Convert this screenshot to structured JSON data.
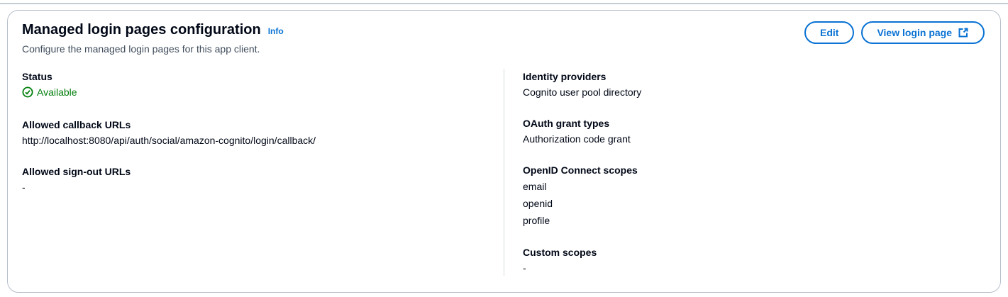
{
  "header": {
    "title": "Managed login pages configuration",
    "info_label": "Info",
    "description": "Configure the managed login pages for this app client.",
    "buttons": {
      "edit": "Edit",
      "view_login_page": "View login page"
    }
  },
  "fields": {
    "left": [
      {
        "label": "Status",
        "value": "Available"
      },
      {
        "label": "Allowed callback URLs",
        "value": "http://localhost:8080/api/auth/social/amazon-cognito/login/callback/"
      },
      {
        "label": "Allowed sign-out URLs",
        "value": "-"
      }
    ],
    "right": [
      {
        "label": "Identity providers",
        "value": "Cognito user pool directory"
      },
      {
        "label": "OAuth grant types",
        "value": "Authorization code grant"
      },
      {
        "label": "OpenID Connect scopes",
        "values": [
          "email",
          "openid",
          "profile"
        ]
      },
      {
        "label": "Custom scopes",
        "value": "-"
      }
    ]
  },
  "colors": {
    "accent_blue": "#0972d3",
    "success_green": "#037f0c",
    "card_border": "#b6bec9",
    "divider": "#d5dbdb"
  }
}
